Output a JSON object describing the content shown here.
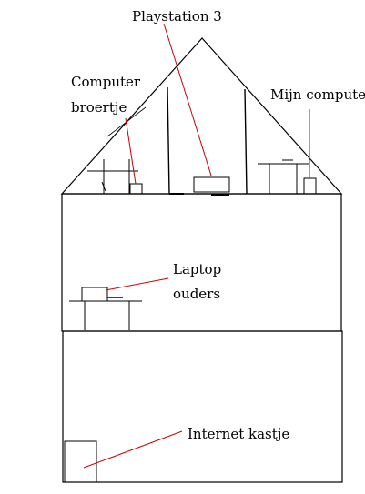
{
  "labels": {
    "playstation": "Playstation 3",
    "computer_brother_line1": "Computer",
    "computer_brother_line2": "broertje",
    "my_computer": "Mijn computer",
    "laptop_line1": "Laptop",
    "laptop_line2": "ouders",
    "internet_box": "Internet kastje"
  },
  "colors": {
    "line": "#000000",
    "pointer": "#cc0000",
    "background": "#ffffff"
  }
}
